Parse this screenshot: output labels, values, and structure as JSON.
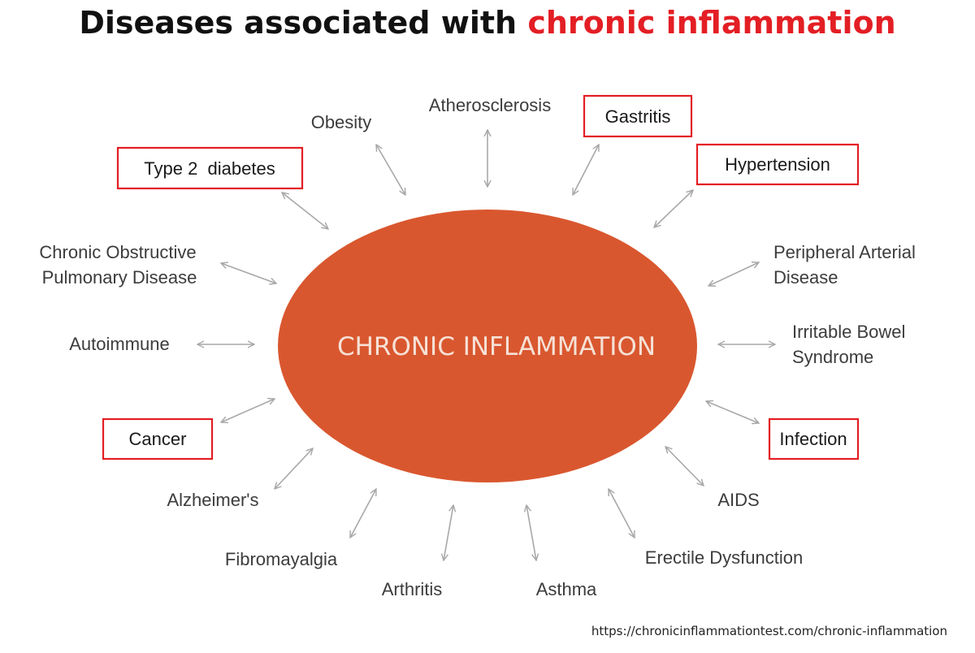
{
  "title": {
    "prefix": "Diseases associated with ",
    "highlight": "chronic inflammation"
  },
  "center": {
    "label": "CHRONIC INFLAMMATION"
  },
  "nodes": {
    "obesity": "Obesity",
    "atherosclerosis": "Atherosclerosis",
    "gastritis": "Gastritis",
    "type2_diabetes": "Type 2  diabetes",
    "hypertension": "Hypertension",
    "copd_line1": "Chronic Obstructive",
    "copd_line2": "Pulmonary Disease",
    "pad_line1": "Peripheral Arterial",
    "pad_line2": "Disease",
    "autoimmune": "Autoimmune",
    "ibs_line1": "Irritable Bowel",
    "ibs_line2": "Syndrome",
    "cancer": "Cancer",
    "infection": "Infection",
    "alzheimers": "Alzheimer's",
    "aids": "AIDS",
    "fibromyalgia": "Fibromayalgia",
    "erectile_dysfunction": "Erectile Dysfunction",
    "arthritis": "Arthritis",
    "asthma": "Asthma"
  },
  "colors": {
    "ellipse_fill": "#d9572f",
    "highlight_box": "#e31e24",
    "arrow": "#a8a8a8"
  },
  "source": "https://chronicinflammationtest.com/chronic-inflammation"
}
